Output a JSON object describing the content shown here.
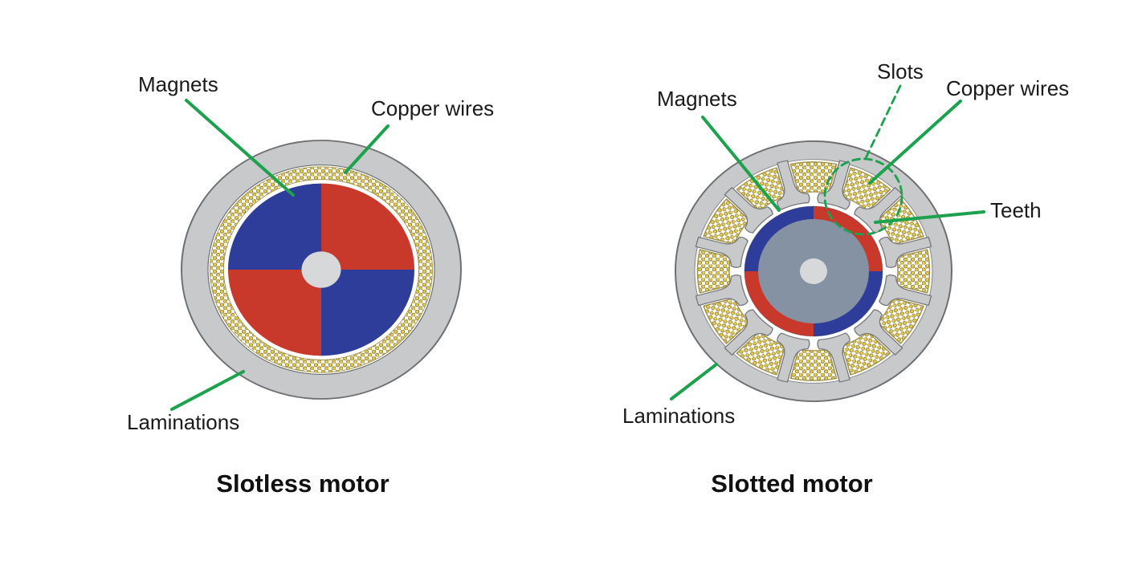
{
  "left_motor": {
    "title": "Slotless motor",
    "labels": {
      "magnets": "Magnets",
      "copper_wires": "Copper wires",
      "laminations": "Laminations"
    }
  },
  "right_motor": {
    "title": "Slotted motor",
    "labels": {
      "magnets": "Magnets",
      "slots": "Slots",
      "copper_wires": "Copper wires",
      "teeth": "Teeth",
      "laminations": "Laminations"
    }
  },
  "colors": {
    "background": "#ffffff",
    "annotation_green": "#1ca24d",
    "magnet_red": "#c8392c",
    "magnet_blue": "#2e3d99",
    "copper_gold": "#e2ca4e",
    "copper_gold_outline": "#8a7a30",
    "lamination_gray": "#c7c9cb",
    "lamination_border": "#6e6f71",
    "rotor_core_gray": "#8592a3",
    "shaft_gray": "#d6d8da",
    "text_black": "#1a1a1a"
  }
}
